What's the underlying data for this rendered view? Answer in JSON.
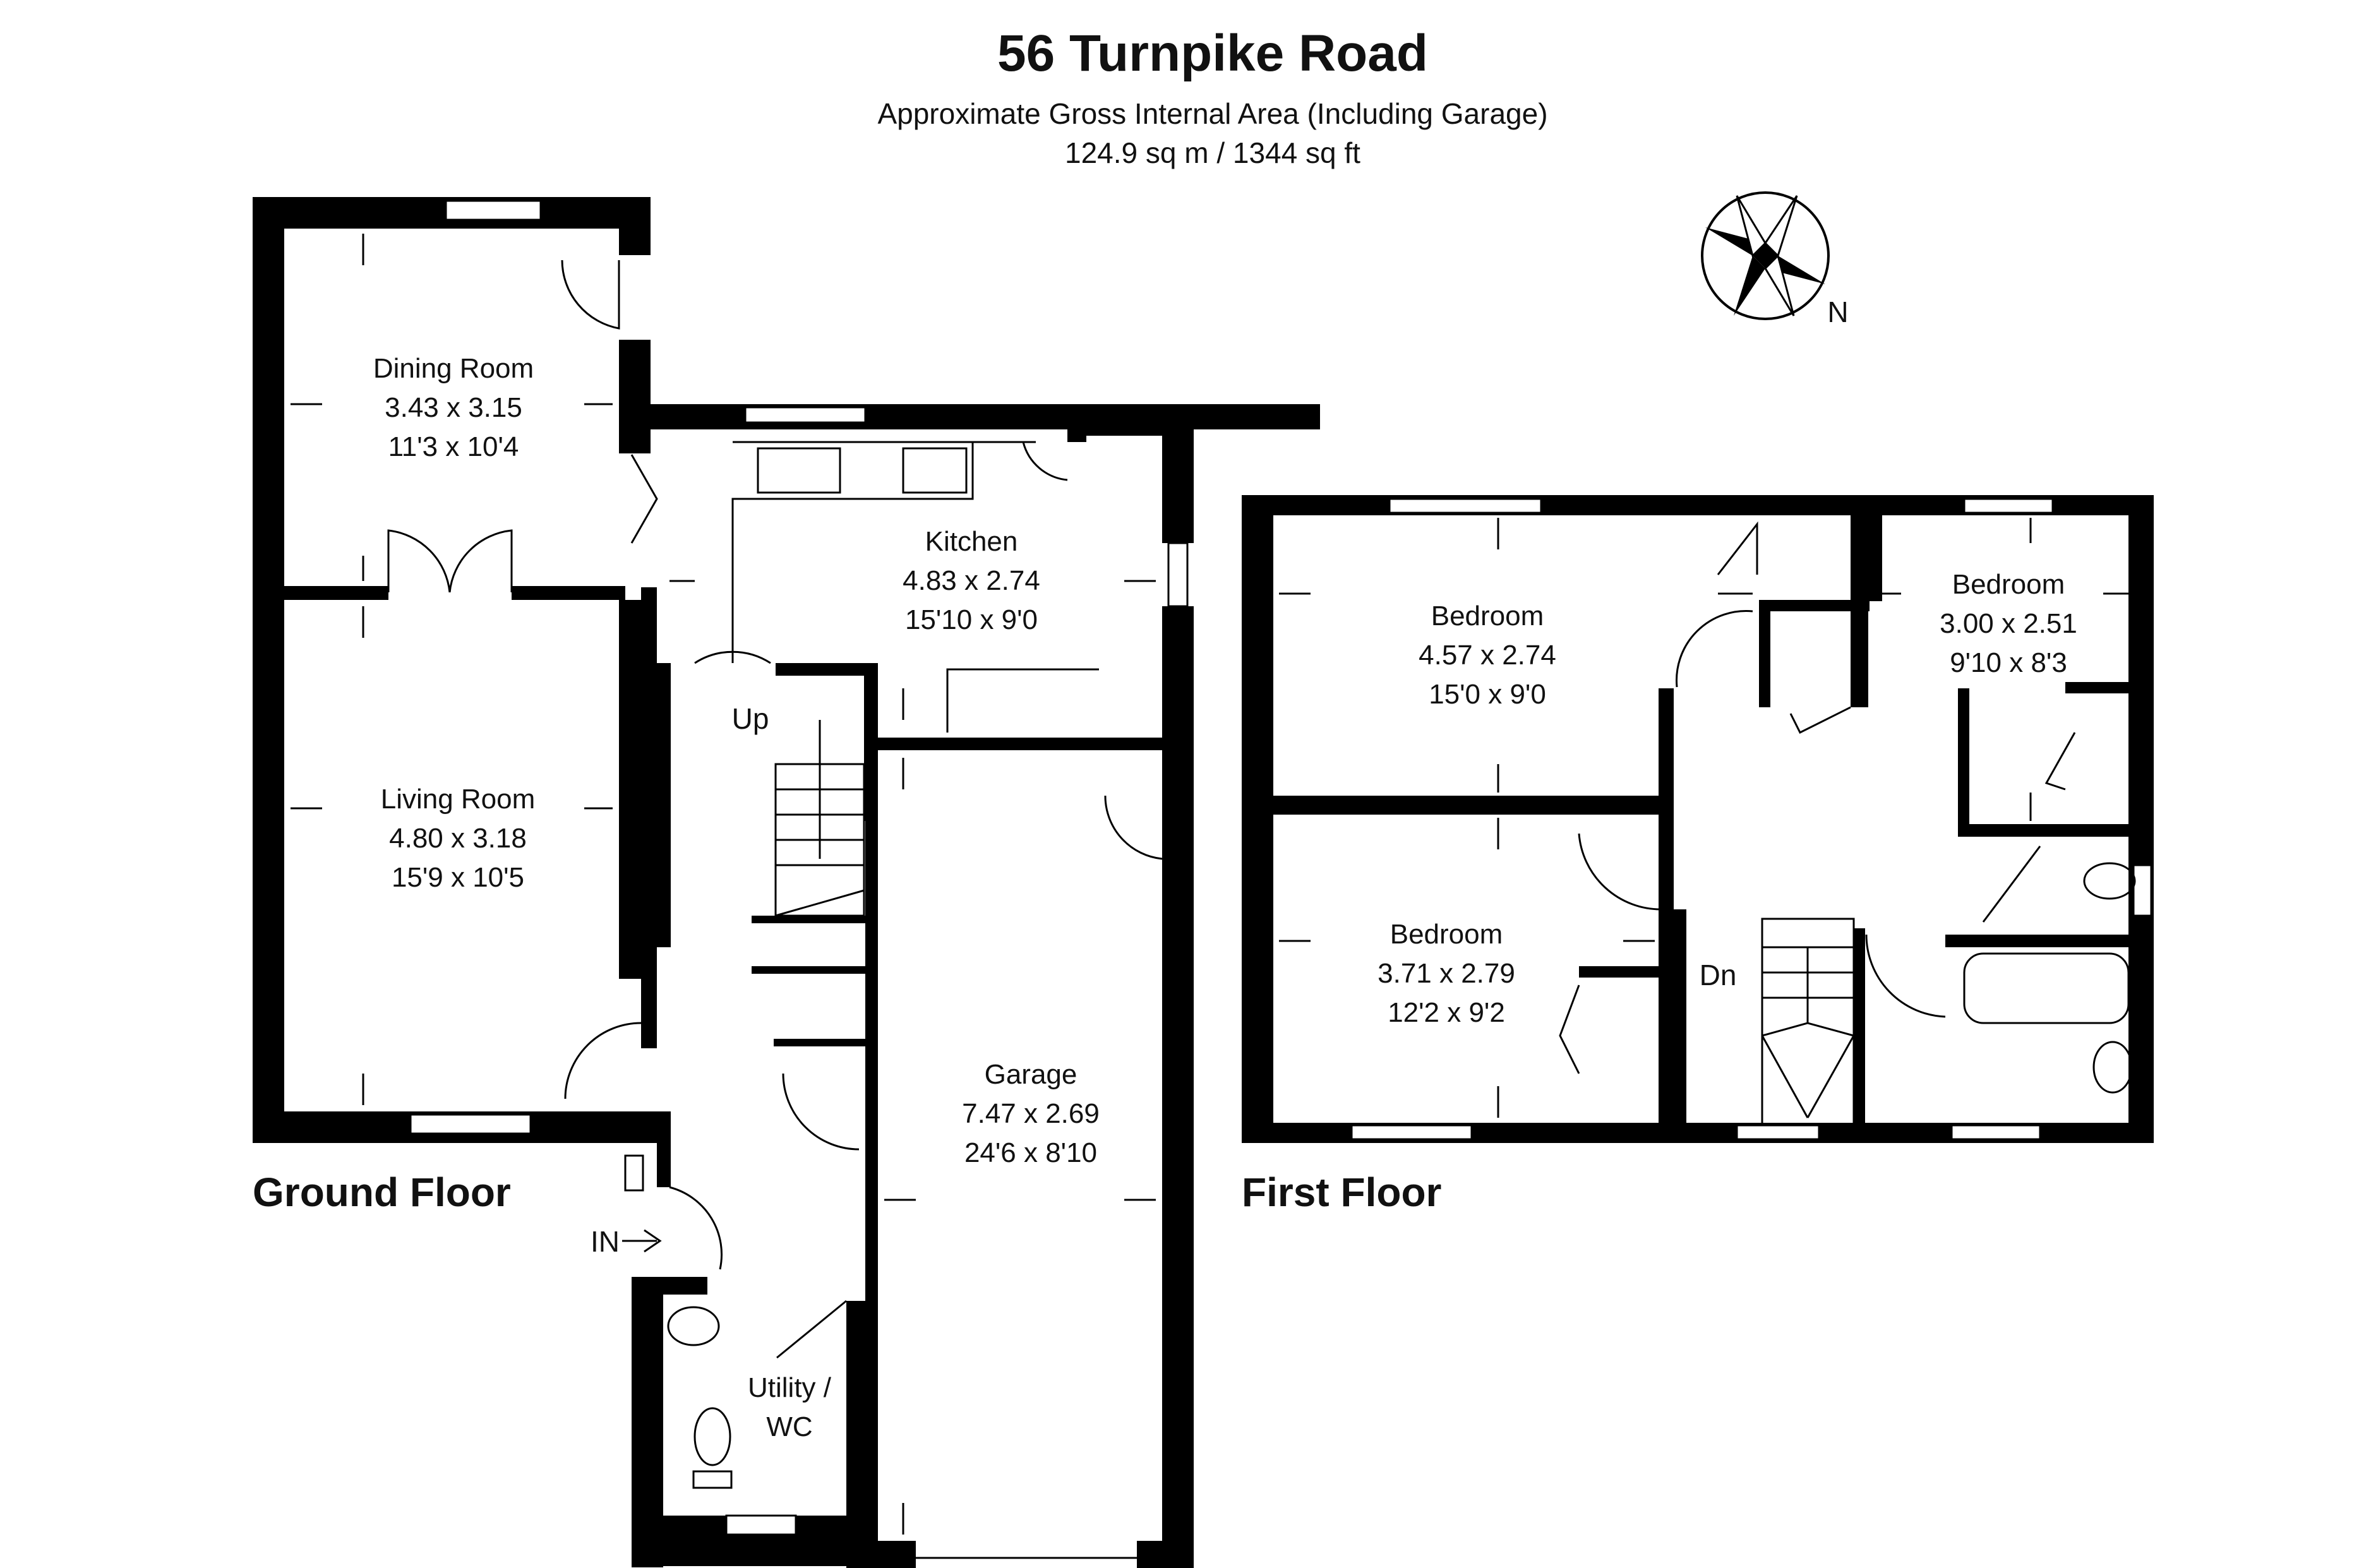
{
  "header": {
    "title": "56 Turnpike Road",
    "area_label": "Approximate Gross Internal Area (Including Garage)",
    "area_value": "124.9 sq m / 1344 sq ft"
  },
  "compass": {
    "label": "N",
    "icon": "compass-rose-icon"
  },
  "floors": {
    "ground": {
      "label": "Ground Floor",
      "rooms": [
        {
          "name": "Dining Room",
          "metric": "3.43 x 3.15",
          "imperial": "11'3 x 10'4"
        },
        {
          "name": "Kitchen",
          "metric": "4.83 x 2.74",
          "imperial": "15'10 x 9'0"
        },
        {
          "name": "Living Room",
          "metric": "4.80 x 3.18",
          "imperial": "15'9 x 10'5"
        },
        {
          "name": "Garage",
          "metric": "7.47 x 2.69",
          "imperial": "24'6 x 8'10"
        },
        {
          "name": "Utility /",
          "name2": "WC"
        }
      ],
      "stair_label": "Up",
      "entrance_label": "IN"
    },
    "first": {
      "label": "First Floor",
      "rooms": [
        {
          "name": "Bedroom",
          "metric": "4.57 x 2.74",
          "imperial": "15'0 x 9'0"
        },
        {
          "name": "Bedroom",
          "metric": "3.00 x 2.51",
          "imperial": "9'10 x 8'3"
        },
        {
          "name": "Bedroom",
          "metric": "3.71 x 2.79",
          "imperial": "12'2 x 9'2"
        }
      ],
      "stair_label": "Dn"
    }
  }
}
